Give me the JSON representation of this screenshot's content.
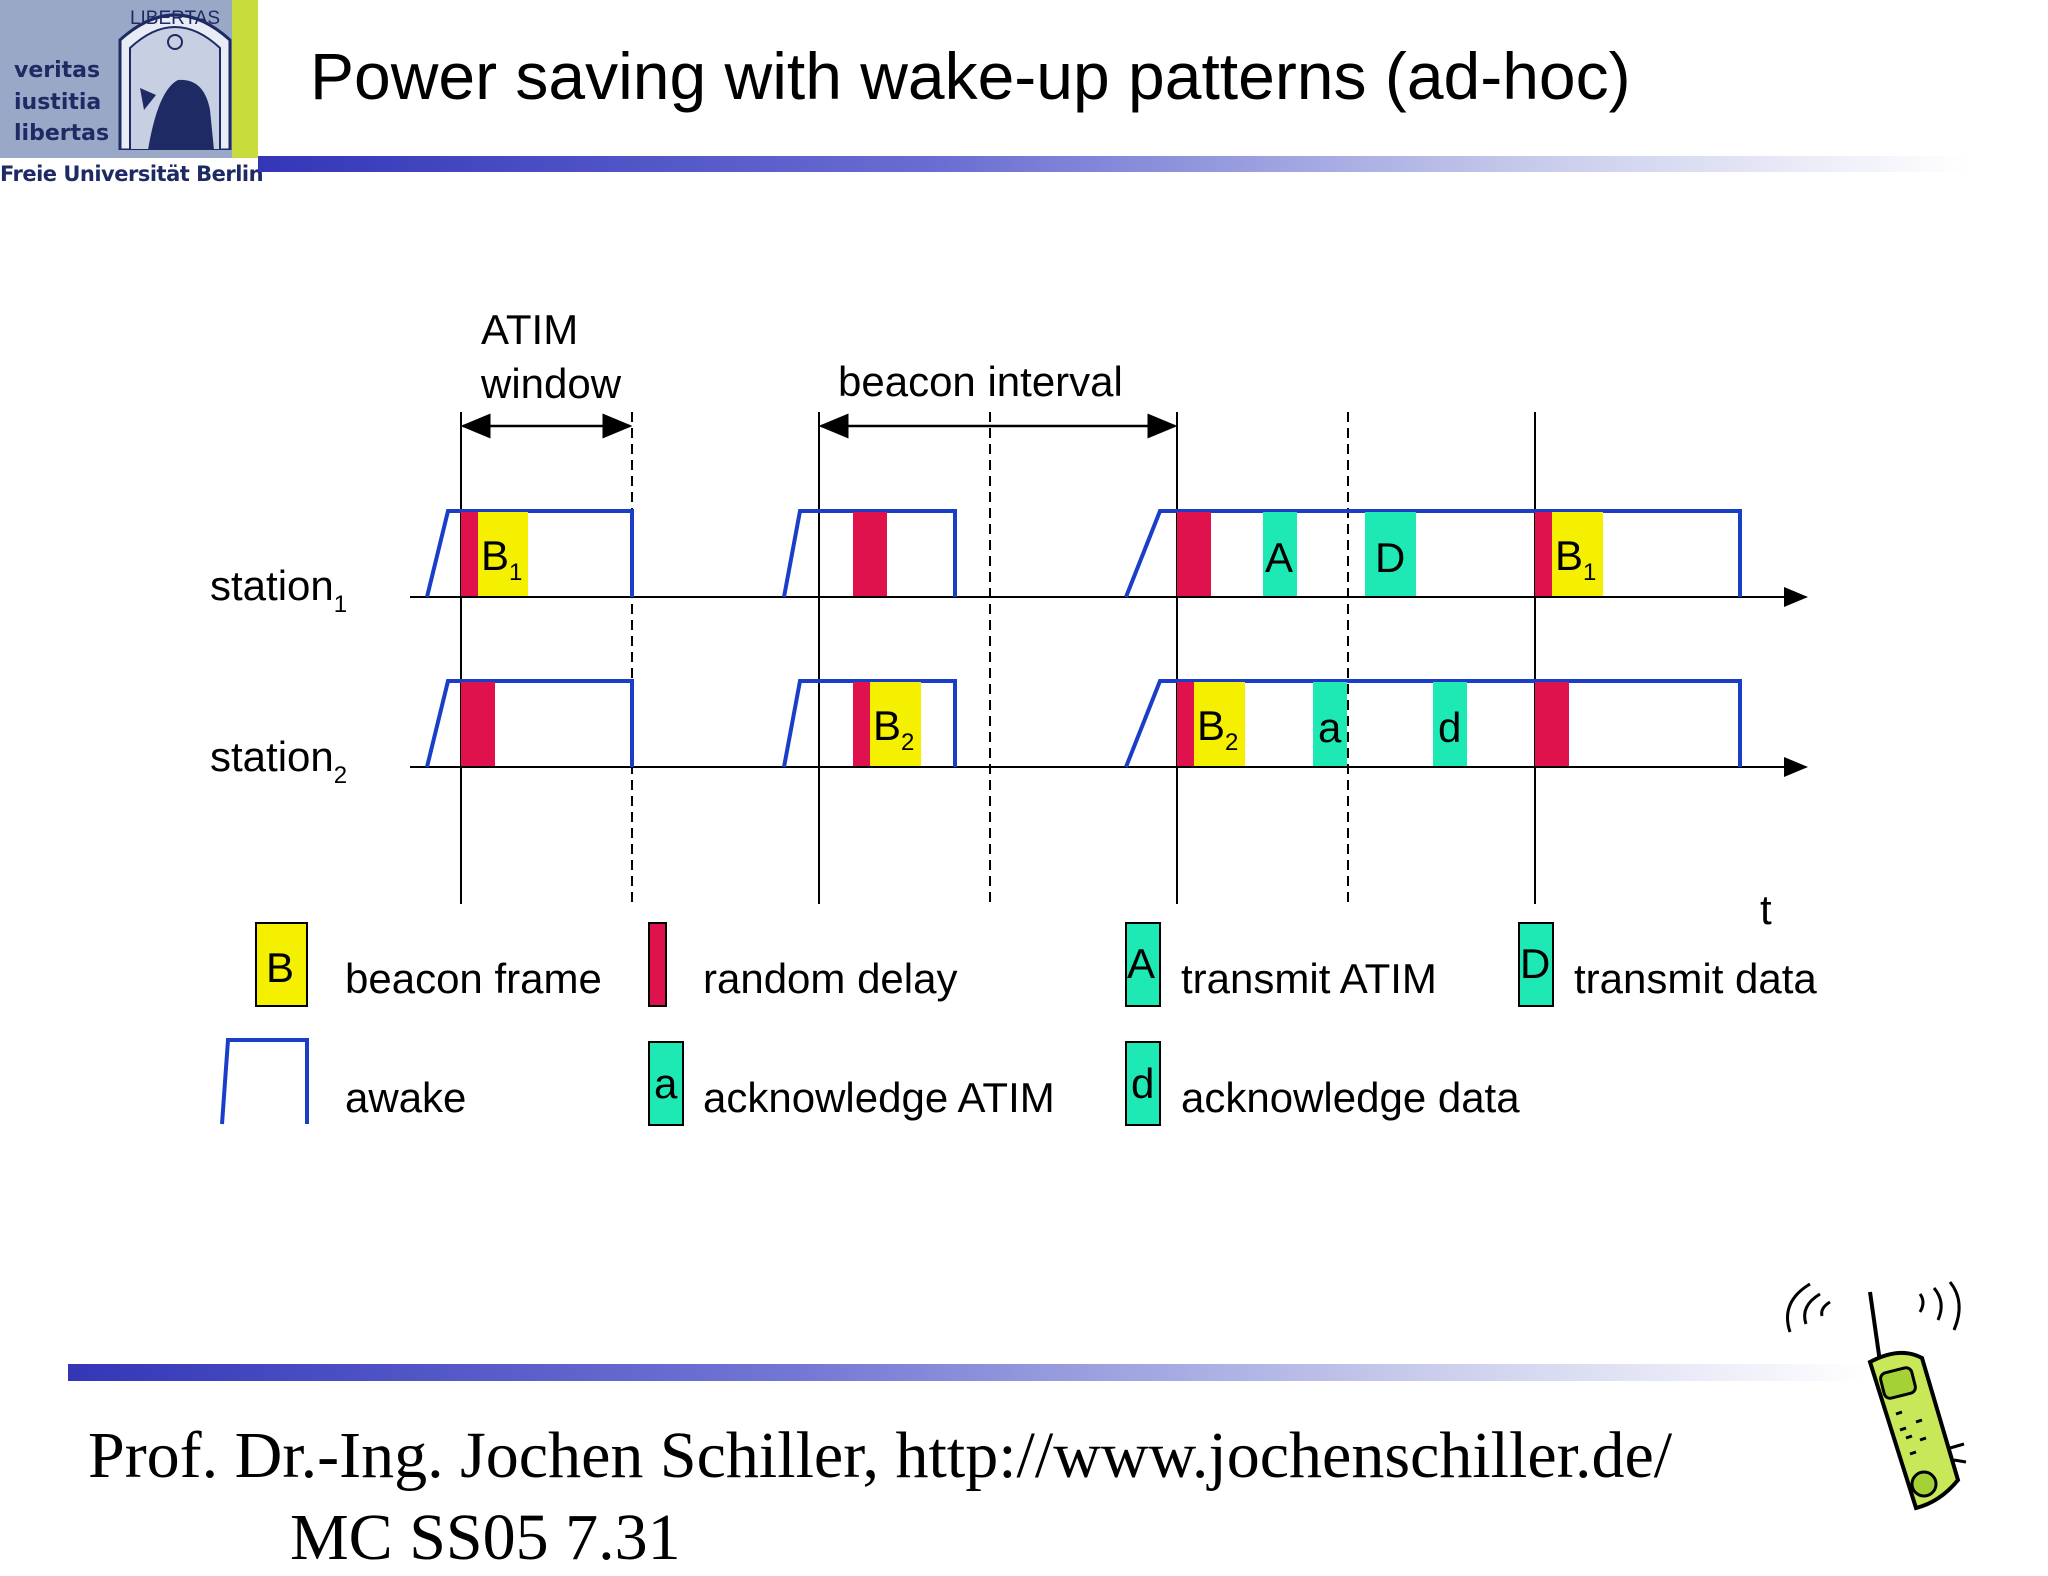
{
  "header": {
    "title": "Power saving with wake-up patterns (ad-hoc)",
    "logo": {
      "seal_text": "LIBERTAS",
      "motto": [
        "veritas",
        "iustitia",
        "libertas"
      ],
      "university": "Freie Universität Berlin"
    }
  },
  "diagram": {
    "atim_window_label": [
      "ATIM",
      "window"
    ],
    "beacon_interval_label": "beacon interval",
    "time_axis_label": "t",
    "stations": [
      {
        "name": "station",
        "index": "1",
        "frames": [
          {
            "type": "delay",
            "label": ""
          },
          {
            "type": "beacon",
            "label": "B",
            "sub": "1"
          },
          {
            "type": "delay",
            "label": ""
          },
          {
            "type": "delay",
            "label": ""
          },
          {
            "type": "atim",
            "label": "A",
            "sub": ""
          },
          {
            "type": "data",
            "label": "D",
            "sub": ""
          },
          {
            "type": "delay",
            "label": ""
          },
          {
            "type": "beacon",
            "label": "B",
            "sub": "1"
          }
        ]
      },
      {
        "name": "station",
        "index": "2",
        "frames": [
          {
            "type": "delay",
            "label": ""
          },
          {
            "type": "delay",
            "label": ""
          },
          {
            "type": "beacon",
            "label": "B",
            "sub": "2"
          },
          {
            "type": "delay",
            "label": ""
          },
          {
            "type": "beacon",
            "label": "B",
            "sub": "2"
          },
          {
            "type": "ack-atim",
            "label": "a",
            "sub": ""
          },
          {
            "type": "ack-data",
            "label": "d",
            "sub": ""
          },
          {
            "type": "delay",
            "label": ""
          }
        ]
      }
    ]
  },
  "legend": [
    {
      "symbol": "B",
      "kind": "beacon",
      "label": "beacon frame"
    },
    {
      "symbol": "",
      "kind": "delay",
      "label": "random delay"
    },
    {
      "symbol": "A",
      "kind": "green",
      "label": "transmit ATIM"
    },
    {
      "symbol": "D",
      "kind": "green",
      "label": "transmit data"
    },
    {
      "symbol": "",
      "kind": "awake",
      "label": "awake"
    },
    {
      "symbol": "a",
      "kind": "green",
      "label": "acknowledge ATIM"
    },
    {
      "symbol": "d",
      "kind": "green",
      "label": "acknowledge data"
    }
  ],
  "footer": {
    "line1": "Prof. Dr.-Ing. Jochen Schiller, http://www.jochenschiller.de/",
    "line2": "MC SS05          7.31"
  },
  "colors": {
    "beacon": "#f5f000",
    "delay": "#e0124e",
    "green": "#1ee8b4",
    "awake_line": "#1a3ec8",
    "accent_bar": "#3436b8"
  },
  "icons": {
    "logo": "freie-universitaet-seal-icon",
    "phone": "mobile-phone-clipart-icon"
  }
}
